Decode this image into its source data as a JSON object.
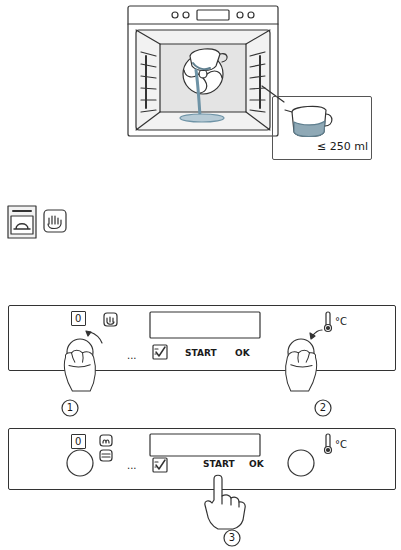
{
  "diagram": {
    "nodes": [
      {
        "text": [
          "≤ 250 ml"
        ]
      },
      {
        "text": [
          "...",
          "START",
          "OK",
          "°C"
        ]
      },
      {
        "text": [
          "0"
        ],
        "in": 1
      },
      {
        "text": [
          "...",
          "START",
          "OK",
          "°C"
        ]
      },
      {
        "text": [
          "0"
        ],
        "in": 3
      }
    ],
    "labels": [
      "1",
      "2",
      "3"
    ]
  }
}
